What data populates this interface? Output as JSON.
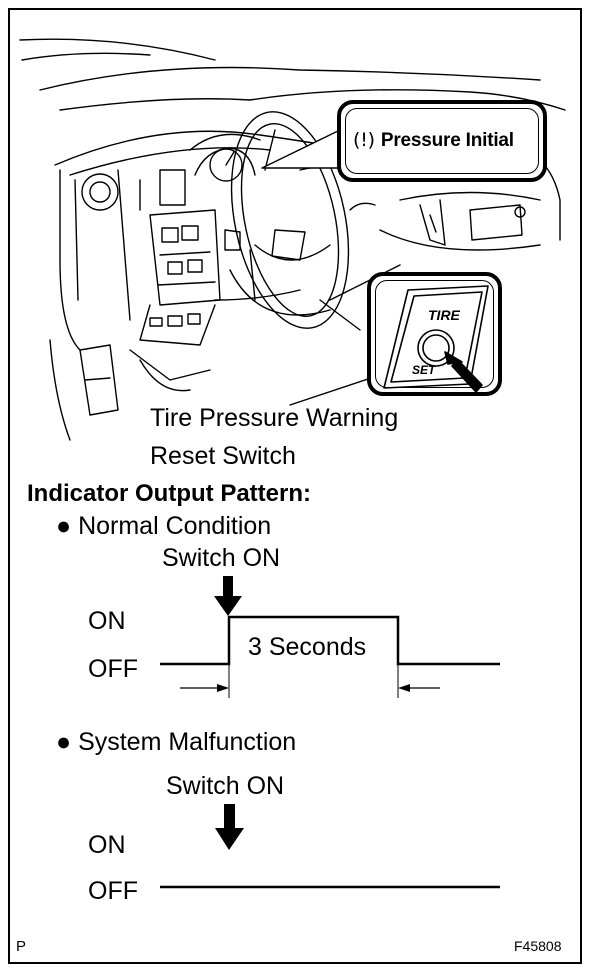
{
  "callout": {
    "icon": "tire-pressure-warning-icon",
    "label": "Pressure Initial"
  },
  "switch_panel": {
    "top_label": "TIRE",
    "bottom_label": "SET"
  },
  "switch_caption": {
    "line1": "Tire Pressure Warning",
    "line2": "Reset Switch"
  },
  "section_title": "Indicator Output Pattern:",
  "normal": {
    "heading": "Normal Condition",
    "switch_label": "Switch ON",
    "on_label": "ON",
    "off_label": "OFF",
    "pulse_label": "3 Seconds"
  },
  "malfunction": {
    "heading": "System Malfunction",
    "switch_label": "Switch ON",
    "on_label": "ON",
    "off_label": "OFF"
  },
  "footer": {
    "left": "P",
    "right": "F45808"
  }
}
